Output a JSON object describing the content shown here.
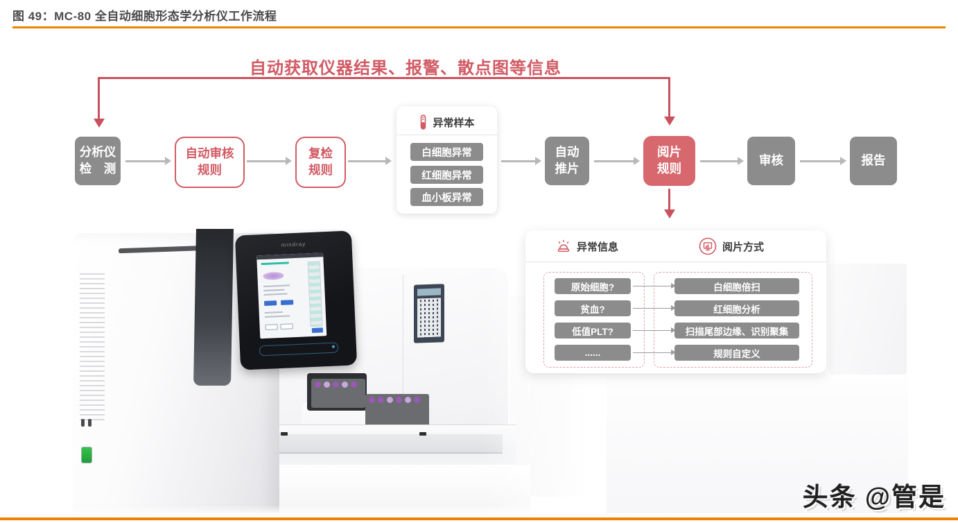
{
  "figure": {
    "title": "图 49：MC-80 全自动细胞形态学分析仪工作流程"
  },
  "colors": {
    "accent_orange": "#EE8100",
    "flow_red": "#D15A64",
    "connector_red": "#C9515D",
    "node_gray": "#8C8C8C",
    "node_salmon": "#D7686E",
    "dash_border_red": "#DFA3A8"
  },
  "feedback_label": "自动获取仪器结果、报警、散点图等信息",
  "flow_nodes": {
    "analyzer": "分析仪\n检　测",
    "auto_audit": "自动审核\n规则",
    "recheck": "复检\n规则",
    "auto_smear": "自动\n推片",
    "reading_rules": "阅片\n规则",
    "audit": "审核",
    "report": "报告"
  },
  "sample_card": {
    "title": "异常样本",
    "items": [
      "白细胞异常",
      "红细胞异常",
      "血小板异常"
    ]
  },
  "panel": {
    "left_header": "异常信息",
    "right_header": "阅片方式",
    "rows": [
      {
        "condition": "原始细胞?",
        "action": "白细胞倍扫"
      },
      {
        "condition": "贫血?",
        "action": "红细胞分析"
      },
      {
        "condition": "低值PLT?",
        "action": "扫描尾部边缘、识别聚集"
      },
      {
        "condition": "......",
        "action": "规则自定义"
      }
    ]
  },
  "machine": {
    "brand": "mindray"
  },
  "watermark": "头条 @管是"
}
